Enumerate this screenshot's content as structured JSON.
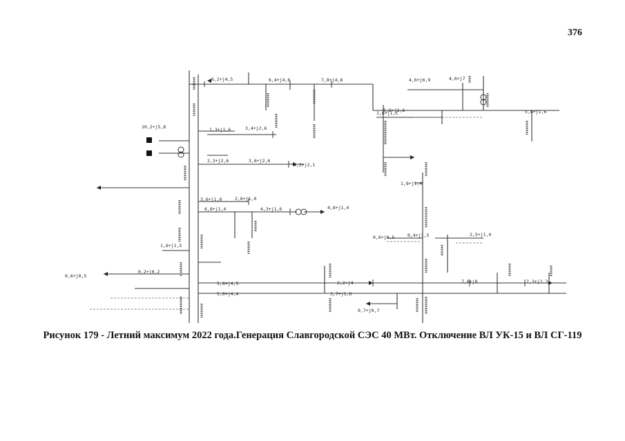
{
  "page_number": "376",
  "caption": "Рисунок 179 - Летний максимум 2022 года.Генерация Славгородской СЭС 40 МВт. Отключение ВЛ УК-15 и ВЛ СГ-119",
  "diagram_labels": [
    "6,2+j4,5",
    "7,8+j4,8",
    "6,4+j4,6",
    "4,6+j6,9",
    "4,6+j7",
    "3,4+j2,6",
    "10,2+j5,8",
    "1,3+j1,6",
    "1,6+j1,5",
    "2,3+j2,6",
    "3,6+j2,6",
    "4,2+j2,1",
    "2,6+j1,0",
    "6,8+j1,4",
    "4,3+j1,6",
    "4,8+j1,4",
    "5,8+j1,6",
    "3,6+j1,8",
    "1,6+j1,5",
    "0,6+j0,5",
    "0,2+j0,2",
    "5,6+j4,5",
    "5,6+j4,4",
    "2,2+j4",
    "3,7+j1,6",
    "0,6+j0,5",
    "2,5+j1,4",
    "1,8+j1,4",
    "0,4+j1,5",
    "5,8+j1,6",
    "0,7+j0,7",
    "7,6+j8",
    "2,3+j2,3"
  ]
}
